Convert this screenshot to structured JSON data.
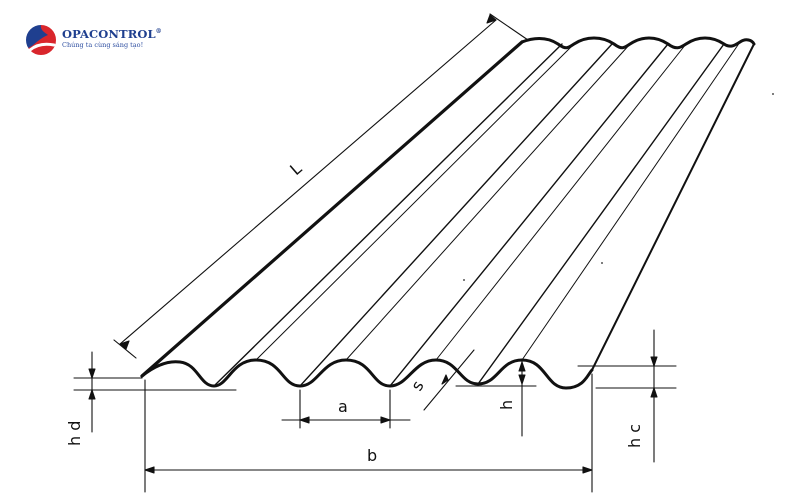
{
  "logo": {
    "name": "OPACONTROL",
    "registered_mark": "®",
    "slogan": "Chúng ta cùng sáng tạo!",
    "colors": {
      "blue": "#1f3f8f",
      "red": "#d9262c"
    }
  },
  "diagram": {
    "subject": "corrugated roofing sheet",
    "labels": {
      "length": "L",
      "pitch": "a",
      "width": "b",
      "thickness": "s",
      "wave_height": "h",
      "overlap_left": "h d",
      "overlap_right": "h c"
    },
    "line_color": "#111111"
  }
}
